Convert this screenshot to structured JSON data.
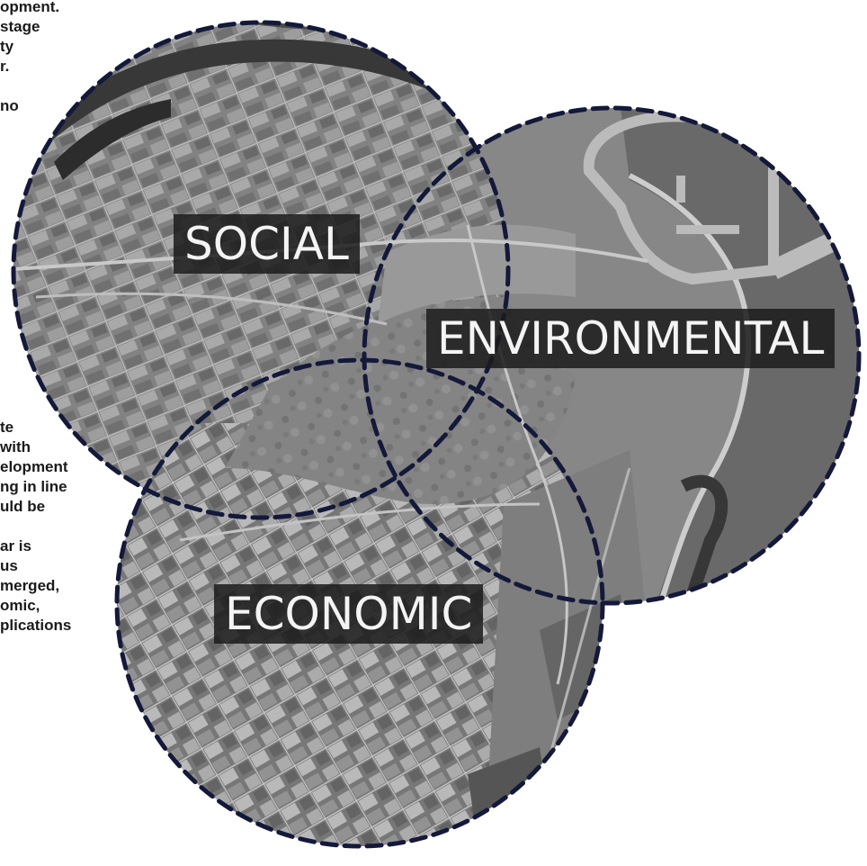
{
  "paragraph_top": [
    "opment.",
    "stage",
    "ty",
    "r.",
    "",
    "no"
  ],
  "paragraph_bottom": [
    "te",
    " with",
    "elopment",
    "ng in line",
    "uld be",
    "",
    "ar is",
    "us",
    "merged,",
    "omic,",
    "plications"
  ],
  "circles": [
    {
      "label": "SOCIAL"
    },
    {
      "label": "ENVIRONMENTAL"
    },
    {
      "label": "ECONOMIC"
    }
  ],
  "colors": {
    "outline": "#14193a",
    "label_bg": "#1c1c1c",
    "label_text": "#f4f4f4",
    "text": "#1a1a1a"
  }
}
